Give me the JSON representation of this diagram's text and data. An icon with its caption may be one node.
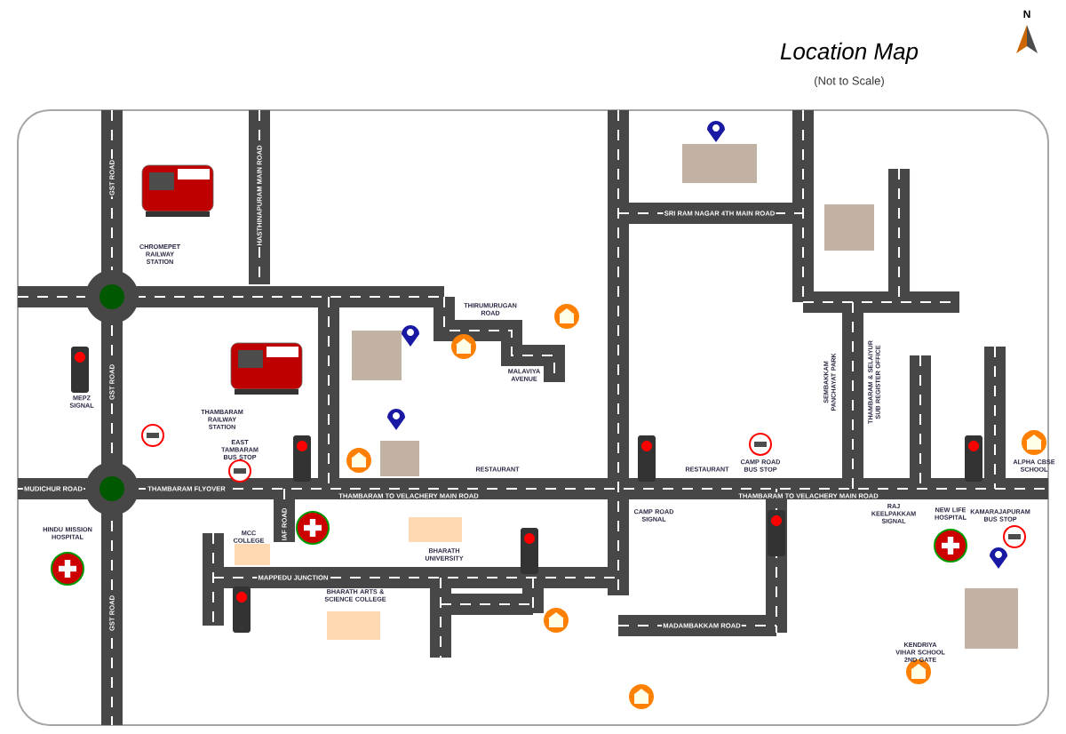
{
  "diagram": {
    "title": "Location Map",
    "labels": [
      "(Not to Scale)",
      "GST ROAD",
      "GST ROAD",
      "GST ROAD",
      "CHROMEPET RAILWAY STATION",
      "HASTHINAPURAM MAIN ROAD",
      "MEPZ SIGNAL",
      "THAMBARAM RAILWAY STATION",
      "EAST TAMBARAM BUS STOP",
      "MUDICHUR ROAD",
      "THAMBARAM FLYOVER",
      "THAMBARAM TO VELACHERY MAIN ROAD",
      "THAMBARAM TO VELACHERY MAIN ROAD",
      "HINDU MISSION HOSPITAL",
      "IAF ROAD",
      "MCC COLLEGE",
      "MAPPEDU JUNCTION",
      "BHARATH ARTS & SCIENCE COLLEGE",
      "BHARATH UNIVERSITY",
      "THIRUMURUGAN ROAD",
      "MALAVIYA AVENUE",
      "SRI RAM NAGAR 4TH MAIN ROAD",
      "RESTAURANT",
      "RESTAURANT",
      "CAMP ROAD BUS STOP",
      "CAMP ROAD SIGNAL",
      "SEMBAKKAM PANCHAYAT PARK",
      "THAMBARAM & SELAIYUR SUB REGISTER OFFICE",
      "RAJ KEELPAKKAM SIGNAL",
      "NEW LIFE HOSPITAL",
      "KAMARAJAPURAM BUS STOP",
      "ALPHA CBSE SCHOOL",
      "MADAMBAKKAM ROAD",
      "KENDRIYA VIHAR SCHOOL 2ND GATE",
      "N"
    ]
  }
}
